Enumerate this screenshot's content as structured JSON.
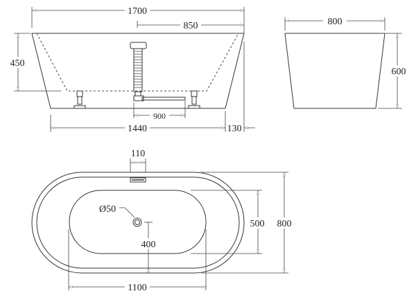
{
  "side_view": {
    "length_total": "1700",
    "half_length": "850",
    "depth": "450",
    "drain_pipe": "900",
    "base_length": "1440",
    "overhang": "130"
  },
  "end_view": {
    "width": "800",
    "height": "600"
  },
  "top_view": {
    "overflow_width": "110",
    "drain_diameter": "Ø50",
    "drain_offset": "400",
    "basin_width": "500",
    "outer_width": "800",
    "basin_length": "1100"
  },
  "colors": {
    "line": "#333333",
    "background": "#ffffff"
  }
}
